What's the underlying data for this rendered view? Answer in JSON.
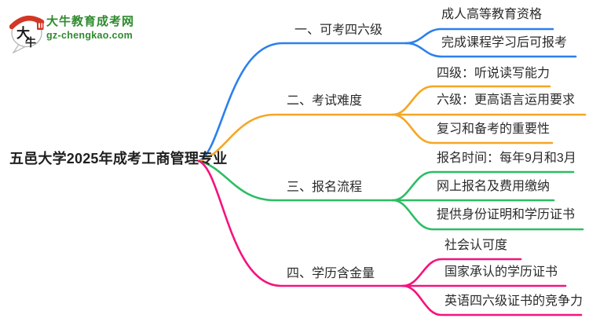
{
  "logo": {
    "mark_top": "大",
    "mark_bottom": "牛",
    "site_name": "大牛教育成考网",
    "site_url": "gz-chengkao.com",
    "brand_green": "#2e8b2e",
    "seal_red": "#d23726"
  },
  "root": {
    "label": "五邑大学2025年成考工商管理专业"
  },
  "branches": [
    {
      "label": "一、可考四六级",
      "color": "#2b80ee",
      "children": [
        "成人高等教育资格",
        "完成课程学习后可报考"
      ]
    },
    {
      "label": "二、考试难度",
      "color": "#f5a623",
      "children": [
        "四级：听说读写能力",
        "六级：更高语言运用要求",
        "复习和备考的重要性"
      ]
    },
    {
      "label": "三、报名流程",
      "color": "#2cbd64",
      "children": [
        "报名时间：每年9月和3月",
        "网上报名及费用缴纳",
        "提供身份证明和学历证书"
      ]
    },
    {
      "label": "四、学历含金量",
      "color": "#f5127c",
      "children": [
        "社会认可度",
        "国家承认的学历证书",
        "英语四六级证书的竞争力"
      ]
    }
  ]
}
